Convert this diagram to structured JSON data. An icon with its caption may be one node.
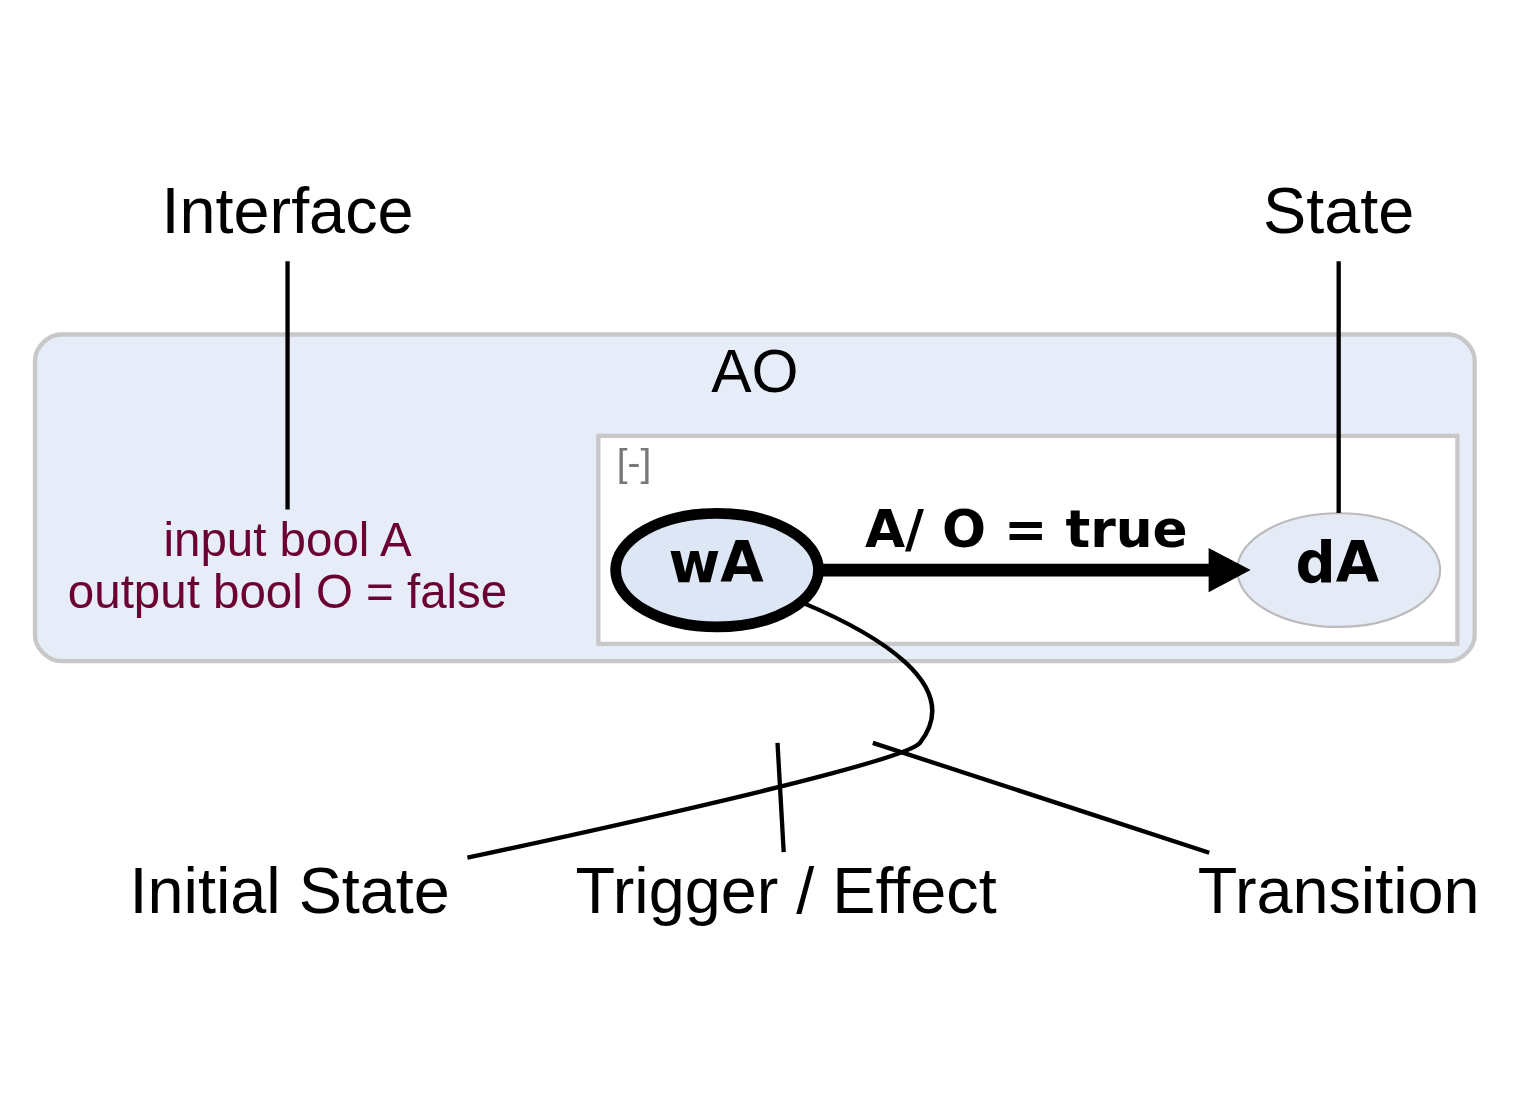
{
  "diagram": {
    "nodes": [
      {
        "text": [
          "AO"
        ]
      },
      {
        "text": [
          "input bool A",
          "output bool O = false"
        ],
        "in": 0
      },
      {
        "text": [
          "[-]"
        ],
        "in": 0
      },
      {
        "text": [
          "wA"
        ],
        "in": 2
      },
      {
        "text": [
          "dA"
        ],
        "in": 2
      },
      {
        "text": [
          "Interface"
        ]
      },
      {
        "text": [
          "State"
        ]
      },
      {
        "text": [
          "Initial State"
        ]
      },
      {
        "text": [
          "Trigger / Effect"
        ]
      },
      {
        "text": [
          "Transition"
        ]
      }
    ],
    "edges": [
      {
        "from": 3,
        "to": 4,
        "arrow": "to",
        "label": "A/ O = true",
        "style": "thick"
      },
      {
        "from": 5,
        "to": 1,
        "arrow": "none"
      },
      {
        "from": 6,
        "to": 4,
        "arrow": "none"
      },
      {
        "from": 7,
        "to": 3,
        "arrow": "none"
      },
      {
        "from": 8,
        "to": null,
        "arrow": "none"
      },
      {
        "from": 9,
        "to": null,
        "arrow": "none"
      }
    ]
  }
}
